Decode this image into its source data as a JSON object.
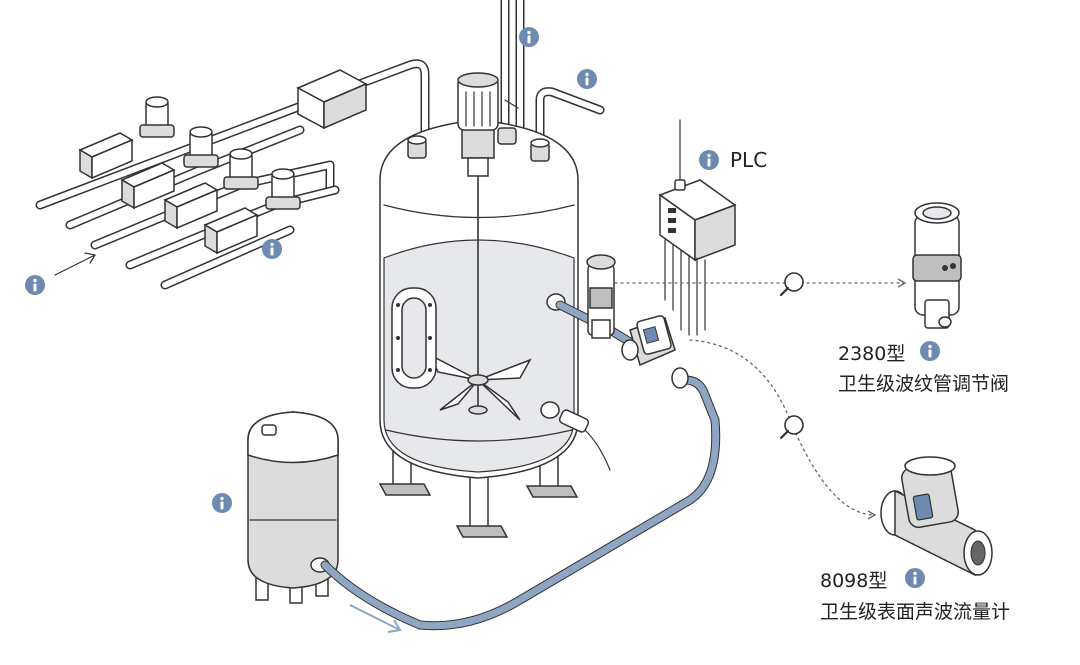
{
  "labels": {
    "plc": "PLC",
    "valve_model": "2380型",
    "valve_name": "卫生级波纹管调节阀",
    "meter_model": "8098型",
    "meter_name": "卫生级表面声波流量计"
  },
  "icons": {
    "info": "info-icon",
    "magnifier": "magnifier-icon"
  },
  "colors": {
    "info_badge": "#6d8bb0",
    "pipe_blue": "#8ea6c4",
    "tank_liquid": "#e6e8ec"
  }
}
